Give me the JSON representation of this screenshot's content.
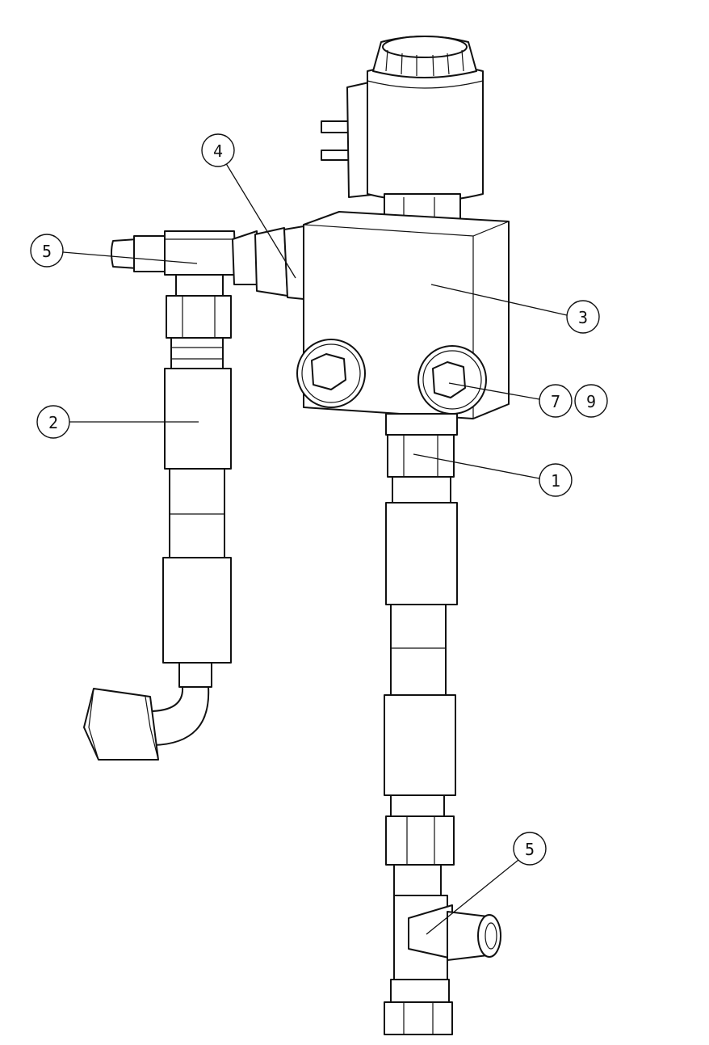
{
  "balloons": [
    {
      "id": "b4",
      "label": "4"
    },
    {
      "id": "b5a",
      "label": "5"
    },
    {
      "id": "b3",
      "label": "3"
    },
    {
      "id": "b2",
      "label": "2"
    },
    {
      "id": "b7",
      "label": "7"
    },
    {
      "id": "b9",
      "label": "9"
    },
    {
      "id": "b1",
      "label": "1"
    },
    {
      "id": "b5b",
      "label": "5"
    }
  ],
  "colors": {
    "line": "#111111",
    "background": "#ffffff"
  }
}
